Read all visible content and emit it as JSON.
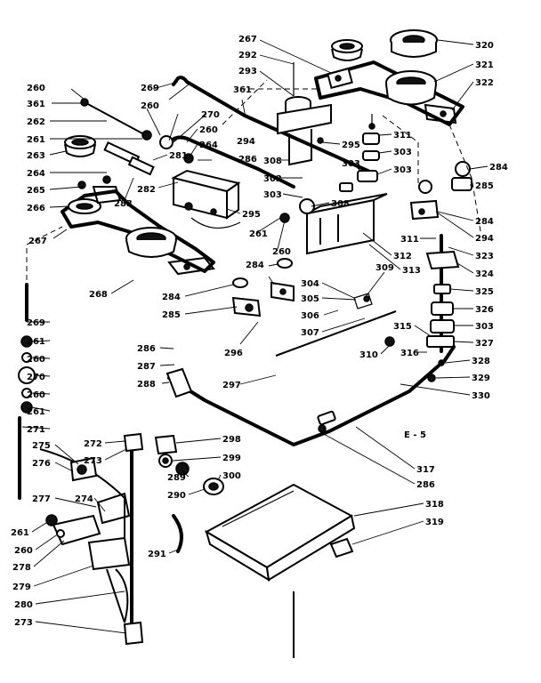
{
  "figure": {
    "page_code": "E - 5"
  },
  "callouts": [
    {
      "id": "c267a",
      "text": "267"
    },
    {
      "id": "c292",
      "text": "292"
    },
    {
      "id": "c293",
      "text": "293"
    },
    {
      "id": "c320",
      "text": "320"
    },
    {
      "id": "c321",
      "text": "321"
    },
    {
      "id": "c322",
      "text": "322"
    },
    {
      "id": "c260a",
      "text": "260"
    },
    {
      "id": "c361a",
      "text": "361"
    },
    {
      "id": "c269a",
      "text": "269"
    },
    {
      "id": "c361b",
      "text": "361"
    },
    {
      "id": "c262",
      "text": "262"
    },
    {
      "id": "c260b",
      "text": "260"
    },
    {
      "id": "c270a",
      "text": "270"
    },
    {
      "id": "c260c",
      "text": "260"
    },
    {
      "id": "c261a",
      "text": "261"
    },
    {
      "id": "c294a",
      "text": "294"
    },
    {
      "id": "c263",
      "text": "263"
    },
    {
      "id": "c264a",
      "text": "264"
    },
    {
      "id": "c281",
      "text": "281"
    },
    {
      "id": "c286a",
      "text": "286"
    },
    {
      "id": "c264b",
      "text": "264"
    },
    {
      "id": "c265",
      "text": "265"
    },
    {
      "id": "c282",
      "text": "282"
    },
    {
      "id": "c283",
      "text": "283"
    },
    {
      "id": "c266",
      "text": "266"
    },
    {
      "id": "c267b",
      "text": "267"
    },
    {
      "id": "c295a",
      "text": "295"
    },
    {
      "id": "c295b",
      "text": "295"
    },
    {
      "id": "c311a",
      "text": "311"
    },
    {
      "id": "c303a",
      "text": "303"
    },
    {
      "id": "c303b",
      "text": "303"
    },
    {
      "id": "c303c",
      "text": "303"
    },
    {
      "id": "c308a",
      "text": "308"
    },
    {
      "id": "c302",
      "text": "302"
    },
    {
      "id": "c303d",
      "text": "303"
    },
    {
      "id": "c308b",
      "text": "308"
    },
    {
      "id": "c261b",
      "text": "261"
    },
    {
      "id": "c260d",
      "text": "260"
    },
    {
      "id": "c312",
      "text": "312"
    },
    {
      "id": "c313",
      "text": "313"
    },
    {
      "id": "c284a",
      "text": "284"
    },
    {
      "id": "c285a",
      "text": "285"
    },
    {
      "id": "c284b",
      "text": "284"
    },
    {
      "id": "c294b",
      "text": "294"
    },
    {
      "id": "c311b",
      "text": "311"
    },
    {
      "id": "c323",
      "text": "323"
    },
    {
      "id": "c324",
      "text": "324"
    },
    {
      "id": "c268",
      "text": "268"
    },
    {
      "id": "c284c",
      "text": "284"
    },
    {
      "id": "c304",
      "text": "304"
    },
    {
      "id": "c309",
      "text": "309"
    },
    {
      "id": "c325",
      "text": "325"
    },
    {
      "id": "c305",
      "text": "305"
    },
    {
      "id": "c326",
      "text": "326"
    },
    {
      "id": "c269b",
      "text": "269"
    },
    {
      "id": "c284d",
      "text": "284"
    },
    {
      "id": "c285b",
      "text": "285"
    },
    {
      "id": "c306",
      "text": "306"
    },
    {
      "id": "c303e",
      "text": "303"
    },
    {
      "id": "c307",
      "text": "307"
    },
    {
      "id": "c315",
      "text": "315"
    },
    {
      "id": "c261c",
      "text": "261"
    },
    {
      "id": "c327",
      "text": "327"
    },
    {
      "id": "c260e",
      "text": "260"
    },
    {
      "id": "c286b",
      "text": "286"
    },
    {
      "id": "c296",
      "text": "296"
    },
    {
      "id": "c310",
      "text": "310"
    },
    {
      "id": "c316",
      "text": "316"
    },
    {
      "id": "c328",
      "text": "328"
    },
    {
      "id": "c287",
      "text": "287"
    },
    {
      "id": "c270b",
      "text": "270"
    },
    {
      "id": "c288",
      "text": "288"
    },
    {
      "id": "c297",
      "text": "297"
    },
    {
      "id": "c329",
      "text": "329"
    },
    {
      "id": "c260f",
      "text": "260"
    },
    {
      "id": "c330",
      "text": "330"
    },
    {
      "id": "c261d",
      "text": "261"
    },
    {
      "id": "c271",
      "text": "271"
    },
    {
      "id": "c275",
      "text": "275"
    },
    {
      "id": "c272",
      "text": "272"
    },
    {
      "id": "c298",
      "text": "298"
    },
    {
      "id": "c276",
      "text": "276"
    },
    {
      "id": "c273a",
      "text": "273"
    },
    {
      "id": "c299",
      "text": "299"
    },
    {
      "id": "c317",
      "text": "317"
    },
    {
      "id": "c289",
      "text": "289"
    },
    {
      "id": "c300",
      "text": "300"
    },
    {
      "id": "c286c",
      "text": "286"
    },
    {
      "id": "c290",
      "text": "290"
    },
    {
      "id": "c277",
      "text": "277"
    },
    {
      "id": "c274",
      "text": "274"
    },
    {
      "id": "c318",
      "text": "318"
    },
    {
      "id": "c261e",
      "text": "261"
    },
    {
      "id": "c260g",
      "text": "260"
    },
    {
      "id": "c319",
      "text": "319"
    },
    {
      "id": "c278",
      "text": "278"
    },
    {
      "id": "c291",
      "text": "291"
    },
    {
      "id": "c279",
      "text": "279"
    },
    {
      "id": "c280",
      "text": "280"
    },
    {
      "id": "c273b",
      "text": "273"
    }
  ]
}
